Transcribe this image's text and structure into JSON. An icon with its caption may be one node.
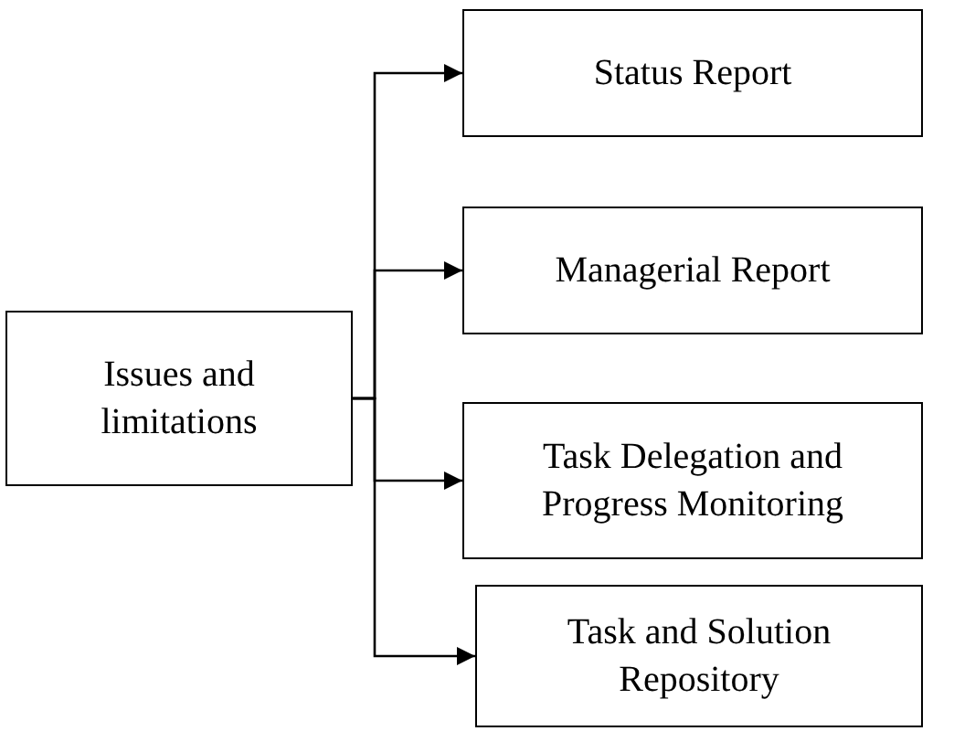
{
  "diagram": {
    "nodes": [
      {
        "text": [
          "Issues and limitations"
        ]
      },
      {
        "text": [
          "Status Report"
        ]
      },
      {
        "text": [
          "Managerial Report"
        ]
      },
      {
        "text": [
          "Task Delegation and Progress Monitoring"
        ]
      },
      {
        "text": [
          "Task and Solution Repository"
        ]
      }
    ],
    "edges": [
      {
        "from": 0,
        "to": 1,
        "arrow": "to"
      },
      {
        "from": 0,
        "to": 2,
        "arrow": "to"
      },
      {
        "from": 0,
        "to": 3,
        "arrow": "to"
      },
      {
        "from": 0,
        "to": 4,
        "arrow": "to"
      }
    ]
  }
}
